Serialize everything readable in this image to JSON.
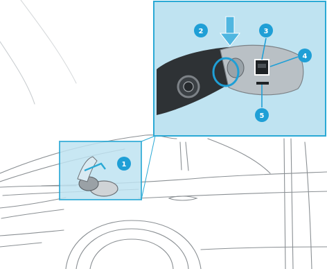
{
  "colors": {
    "highlight_fill": "#bfe3f1",
    "highlight_stroke": "#2aa9d5",
    "badge": "#1f9fd6",
    "line_drawing": "#8a8f93",
    "dark_part": "#2e3235"
  },
  "icons": {
    "arrow": "arrow-down-icon",
    "lock": "lock-square-icon"
  },
  "callouts": {
    "c1": "1",
    "c2": "2",
    "c3": "3",
    "c4": "4",
    "c5": "5"
  }
}
